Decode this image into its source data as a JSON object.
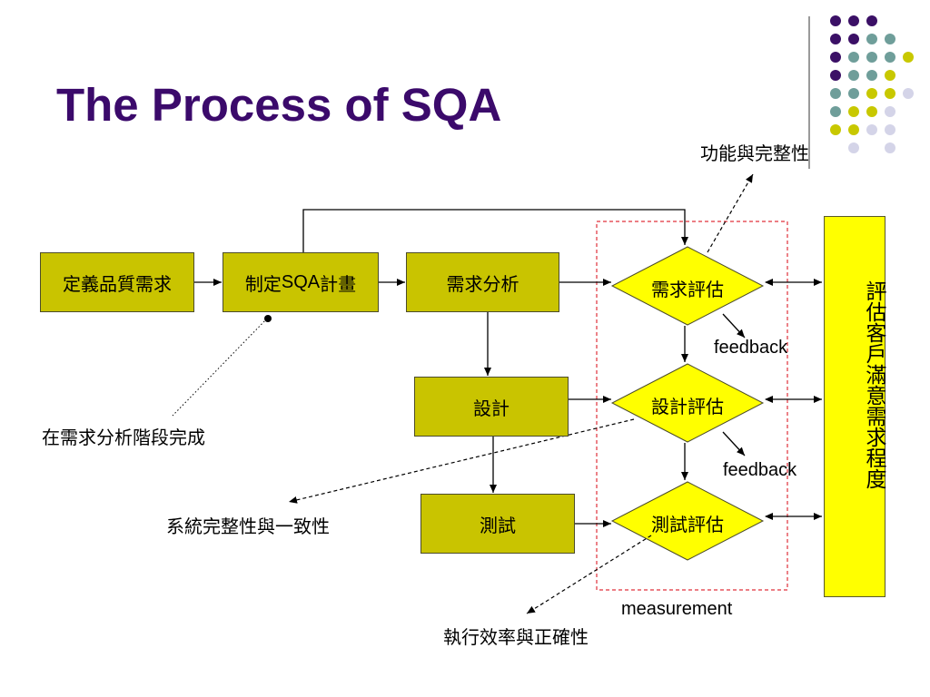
{
  "slide": {
    "title": "The Process of SQA"
  },
  "colors": {
    "title": "#3b0a6b",
    "box_fill": "#c9c400",
    "diamond_fill": "#ffff00",
    "bar_fill": "#ffff00",
    "dashed_region": "#e0303a",
    "dot_purple": "#3b1066",
    "dot_teal": "#6f9e9a",
    "dot_olive": "#c8c800",
    "dot_lavender": "#d4d4e8"
  },
  "decoration": {
    "dot_grid_colors": [
      [
        "purple",
        "purple",
        "purple",
        "none",
        "none"
      ],
      [
        "purple",
        "purple",
        "teal",
        "teal",
        "none"
      ],
      [
        "purple",
        "teal",
        "teal",
        "teal",
        "olive"
      ],
      [
        "purple",
        "teal",
        "teal",
        "olive",
        "none"
      ],
      [
        "teal",
        "teal",
        "olive",
        "olive",
        "lavender"
      ],
      [
        "teal",
        "olive",
        "olive",
        "lavender",
        "none"
      ],
      [
        "olive",
        "olive",
        "lavender",
        "lavender",
        "none"
      ],
      [
        "none",
        "lavender",
        "none",
        "lavender",
        "none"
      ]
    ]
  },
  "diagram": {
    "box_define": "定義品質需求",
    "box_plan_prefix": "制定",
    "box_plan_latin": "SQA",
    "box_plan_suffix": "計畫",
    "box_analysis": "需求分析",
    "box_design": "設計",
    "box_test": "測試",
    "diamond_req_eval": "需求評估",
    "diamond_design_eval": "設計評估",
    "diamond_test_eval": "測試評估",
    "vbar_label": "評估客戶滿意需求程度",
    "note_function_integrity": "功能與完整性",
    "note_done_in_analysis": "在需求分析階段完成",
    "note_system_consistency": "系統完整性與一致性",
    "note_efficiency_correctness": "執行效率與正確性",
    "feedback_1": "feedback",
    "feedback_2": "feedback",
    "measurement": "measurement"
  }
}
